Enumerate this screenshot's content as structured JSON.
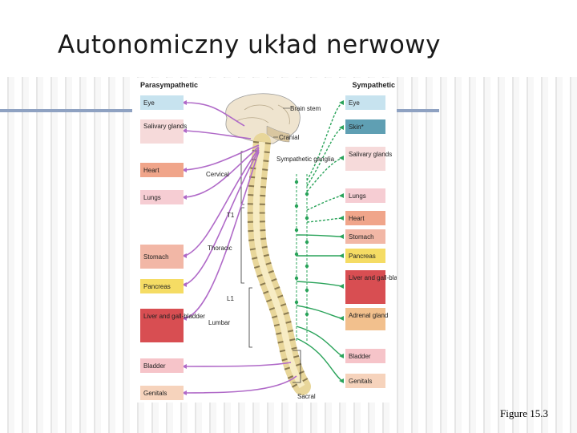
{
  "slide": {
    "title": "Autonomiczny układ nerwowy",
    "caption": "Figure 15.3"
  },
  "diagram": {
    "headers": {
      "parasympathetic": "Parasympathetic",
      "sympathetic": "Sympathetic"
    },
    "parasympathetic_organs": [
      "Eye",
      "Salivary glands",
      "Heart",
      "Lungs",
      "Stomach",
      "Pancreas",
      "Liver and gall-bladder",
      "Bladder",
      "Genitals"
    ],
    "sympathetic_organs": [
      "Eye",
      "Skin*",
      "Salivary glands",
      "Lungs",
      "Heart",
      "Stomach",
      "Pancreas",
      "Liver and gall-bladder",
      "Adrenal gland",
      "Bladder",
      "Genitals"
    ],
    "labels": {
      "brain_stem": "Brain stem",
      "cranial": "Cranial",
      "sympathetic_ganglia": "Sympathetic ganglia",
      "cervical": "Cervical",
      "t1": "T1",
      "thoracic": "Thoracic",
      "l1": "L1",
      "lumbar": "Lumbar",
      "sacral": "Sacral"
    },
    "colors": {
      "parasympathetic_nerve": "#b06ac8",
      "sympathetic_nerve": "#2aa35a",
      "spine_bone": "#f3e6b8"
    }
  }
}
